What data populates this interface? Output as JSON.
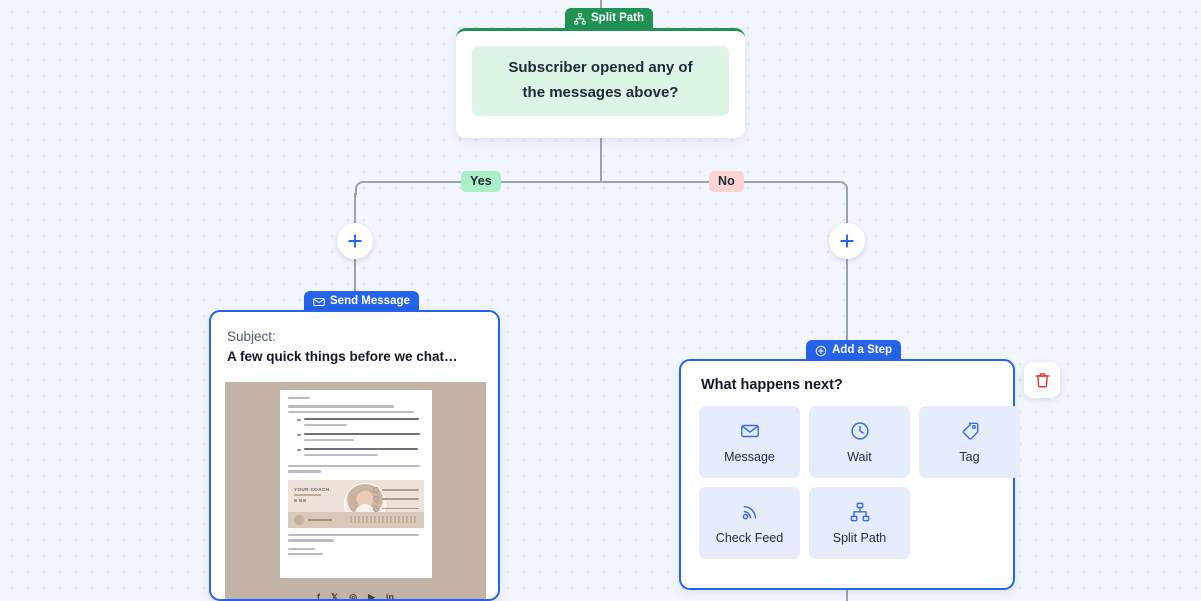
{
  "canvas": {
    "background_color": "#f3f6fd",
    "dot_color": "#dde4f5"
  },
  "nodes": {
    "split_path": {
      "badge_label": "Split Path",
      "badge_icon": "split-path-icon",
      "badge_color": "#1f9254",
      "condition_text_line1": "Subscriber opened any of",
      "condition_text_line2": "the messages above?",
      "condition_bg": "#dcf5e4"
    },
    "send_message": {
      "badge_label": "Send Message",
      "badge_icon": "envelope-icon",
      "badge_color": "#2563eb",
      "subject_label": "Subject:",
      "subject_value": "A few quick things before we chat…",
      "selected_border_color": "#2563eb",
      "preview": {
        "social_icons": [
          "f",
          "𝕏",
          "◎",
          "▶",
          "in"
        ],
        "signature_title": "YOUR COACH"
      }
    },
    "add_step": {
      "badge_label": "Add a Step",
      "badge_icon": "plus-circle-icon",
      "badge_color": "#2563eb",
      "title": "What happens next?",
      "options": [
        {
          "label": "Message",
          "icon": "envelope-icon"
        },
        {
          "label": "Wait",
          "icon": "clock-icon"
        },
        {
          "label": "Tag",
          "icon": "tag-icon"
        },
        {
          "label": "Check Feed",
          "icon": "rss-icon"
        },
        {
          "label": "Split Path",
          "icon": "split-path-icon"
        }
      ]
    }
  },
  "branches": {
    "yes": {
      "label": "Yes",
      "color": "#abefc6"
    },
    "no": {
      "label": "No",
      "color": "#fdd4d4"
    }
  },
  "controls": {
    "add_node_yes": "+",
    "add_node_no": "+",
    "delete_icon": "trash-icon",
    "delete_color": "#e03b3b"
  }
}
